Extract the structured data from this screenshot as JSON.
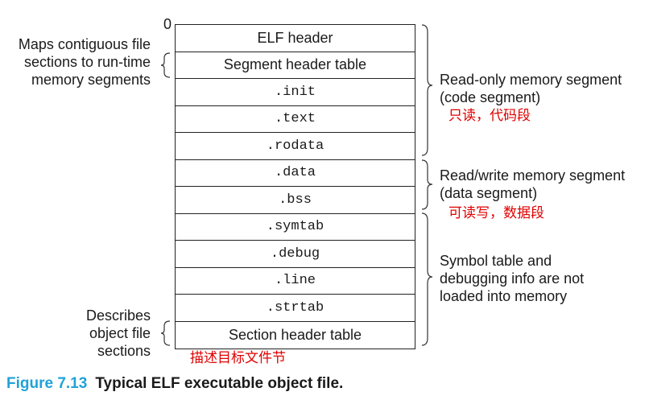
{
  "origin_label": "0",
  "sections": [
    {
      "label": "ELF header",
      "mono": false
    },
    {
      "label": "Segment header table",
      "mono": false
    },
    {
      "label": ".init",
      "mono": true
    },
    {
      "label": ".text",
      "mono": true
    },
    {
      "label": ".rodata",
      "mono": true
    },
    {
      "label": ".data",
      "mono": true
    },
    {
      "label": ".bss",
      "mono": true
    },
    {
      "label": ".symtab",
      "mono": true
    },
    {
      "label": ".debug",
      "mono": true
    },
    {
      "label": ".line",
      "mono": true
    },
    {
      "label": ".strtab",
      "mono": true
    },
    {
      "label": "Section header table",
      "mono": false
    }
  ],
  "left_notes": {
    "segment_table": [
      "Maps contiguous file",
      "sections to run-time",
      "memory segments"
    ],
    "section_table": [
      "Describes",
      "object file",
      "sections"
    ]
  },
  "right_notes": {
    "readonly": [
      "Read-only memory segment",
      "(code segment)"
    ],
    "readwrite": [
      "Read/write memory segment",
      "(data segment)"
    ],
    "symbols": [
      "Symbol table and",
      "debugging info are not",
      "loaded into memory"
    ]
  },
  "annotations_cn": {
    "readonly": "只读，代码段",
    "readwrite": "可读写，数据段",
    "section_table": "描述目标文件节"
  },
  "caption": {
    "figure": "Figure 7.13",
    "title": "Typical ELF executable object file."
  },
  "colors": {
    "caption_figure": "#1fa3d9",
    "annotation_cn": "#e00000"
  }
}
